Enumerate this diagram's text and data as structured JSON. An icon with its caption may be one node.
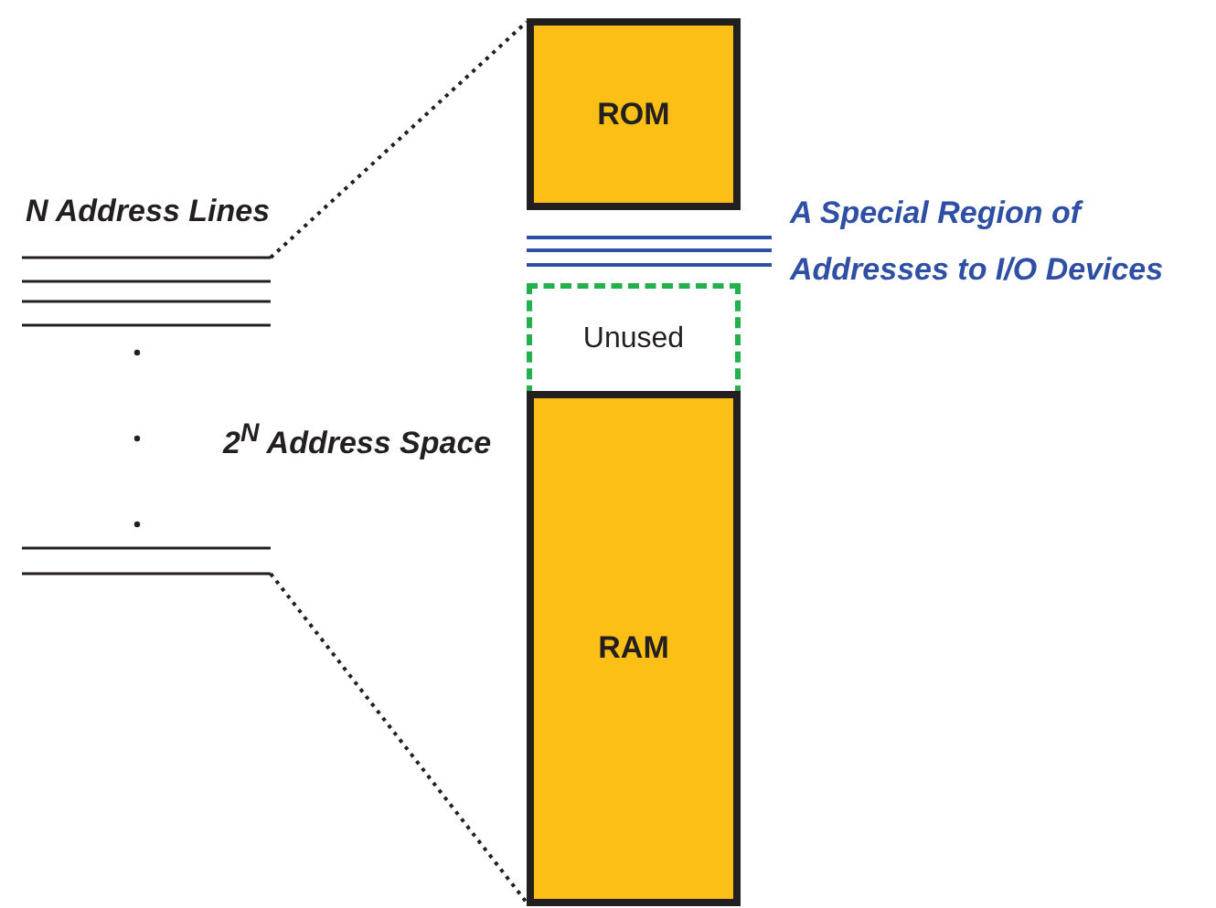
{
  "diagram": {
    "nodes": [
      {
        "text": [
          "ROM"
        ]
      },
      {
        "text": [
          "N Address Lines"
        ]
      },
      {
        "text": [],
        "shape": "bar",
        "beside": [
          "A Special Region of Addresses to I/O Devices"
        ]
      },
      {
        "text": [
          "Unused"
        ]
      },
      {
        "text": [
          "RAM"
        ]
      }
    ],
    "edges": [
      {
        "from": 1,
        "to": 0,
        "arrow": "none",
        "style": "dashed"
      },
      {
        "from": 1,
        "to": 4,
        "arrow": "none",
        "style": "dashed"
      }
    ],
    "labels": [
      "2$^{N}$ Address Space"
    ]
  }
}
